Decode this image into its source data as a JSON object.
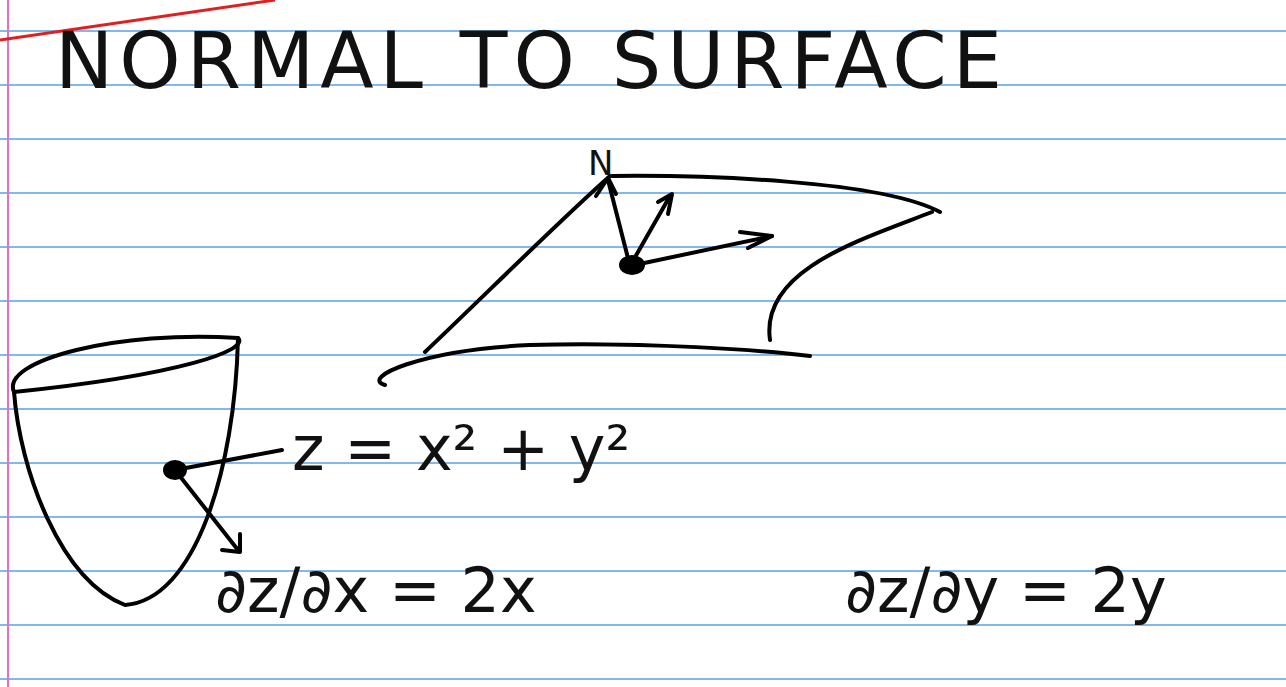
{
  "diagram": {
    "title": "NORMAL TO SURFACE",
    "labels": [
      "N",
      "z = x² + y²",
      "∂z/∂x = 2x",
      "∂z/∂y = 2y"
    ]
  }
}
